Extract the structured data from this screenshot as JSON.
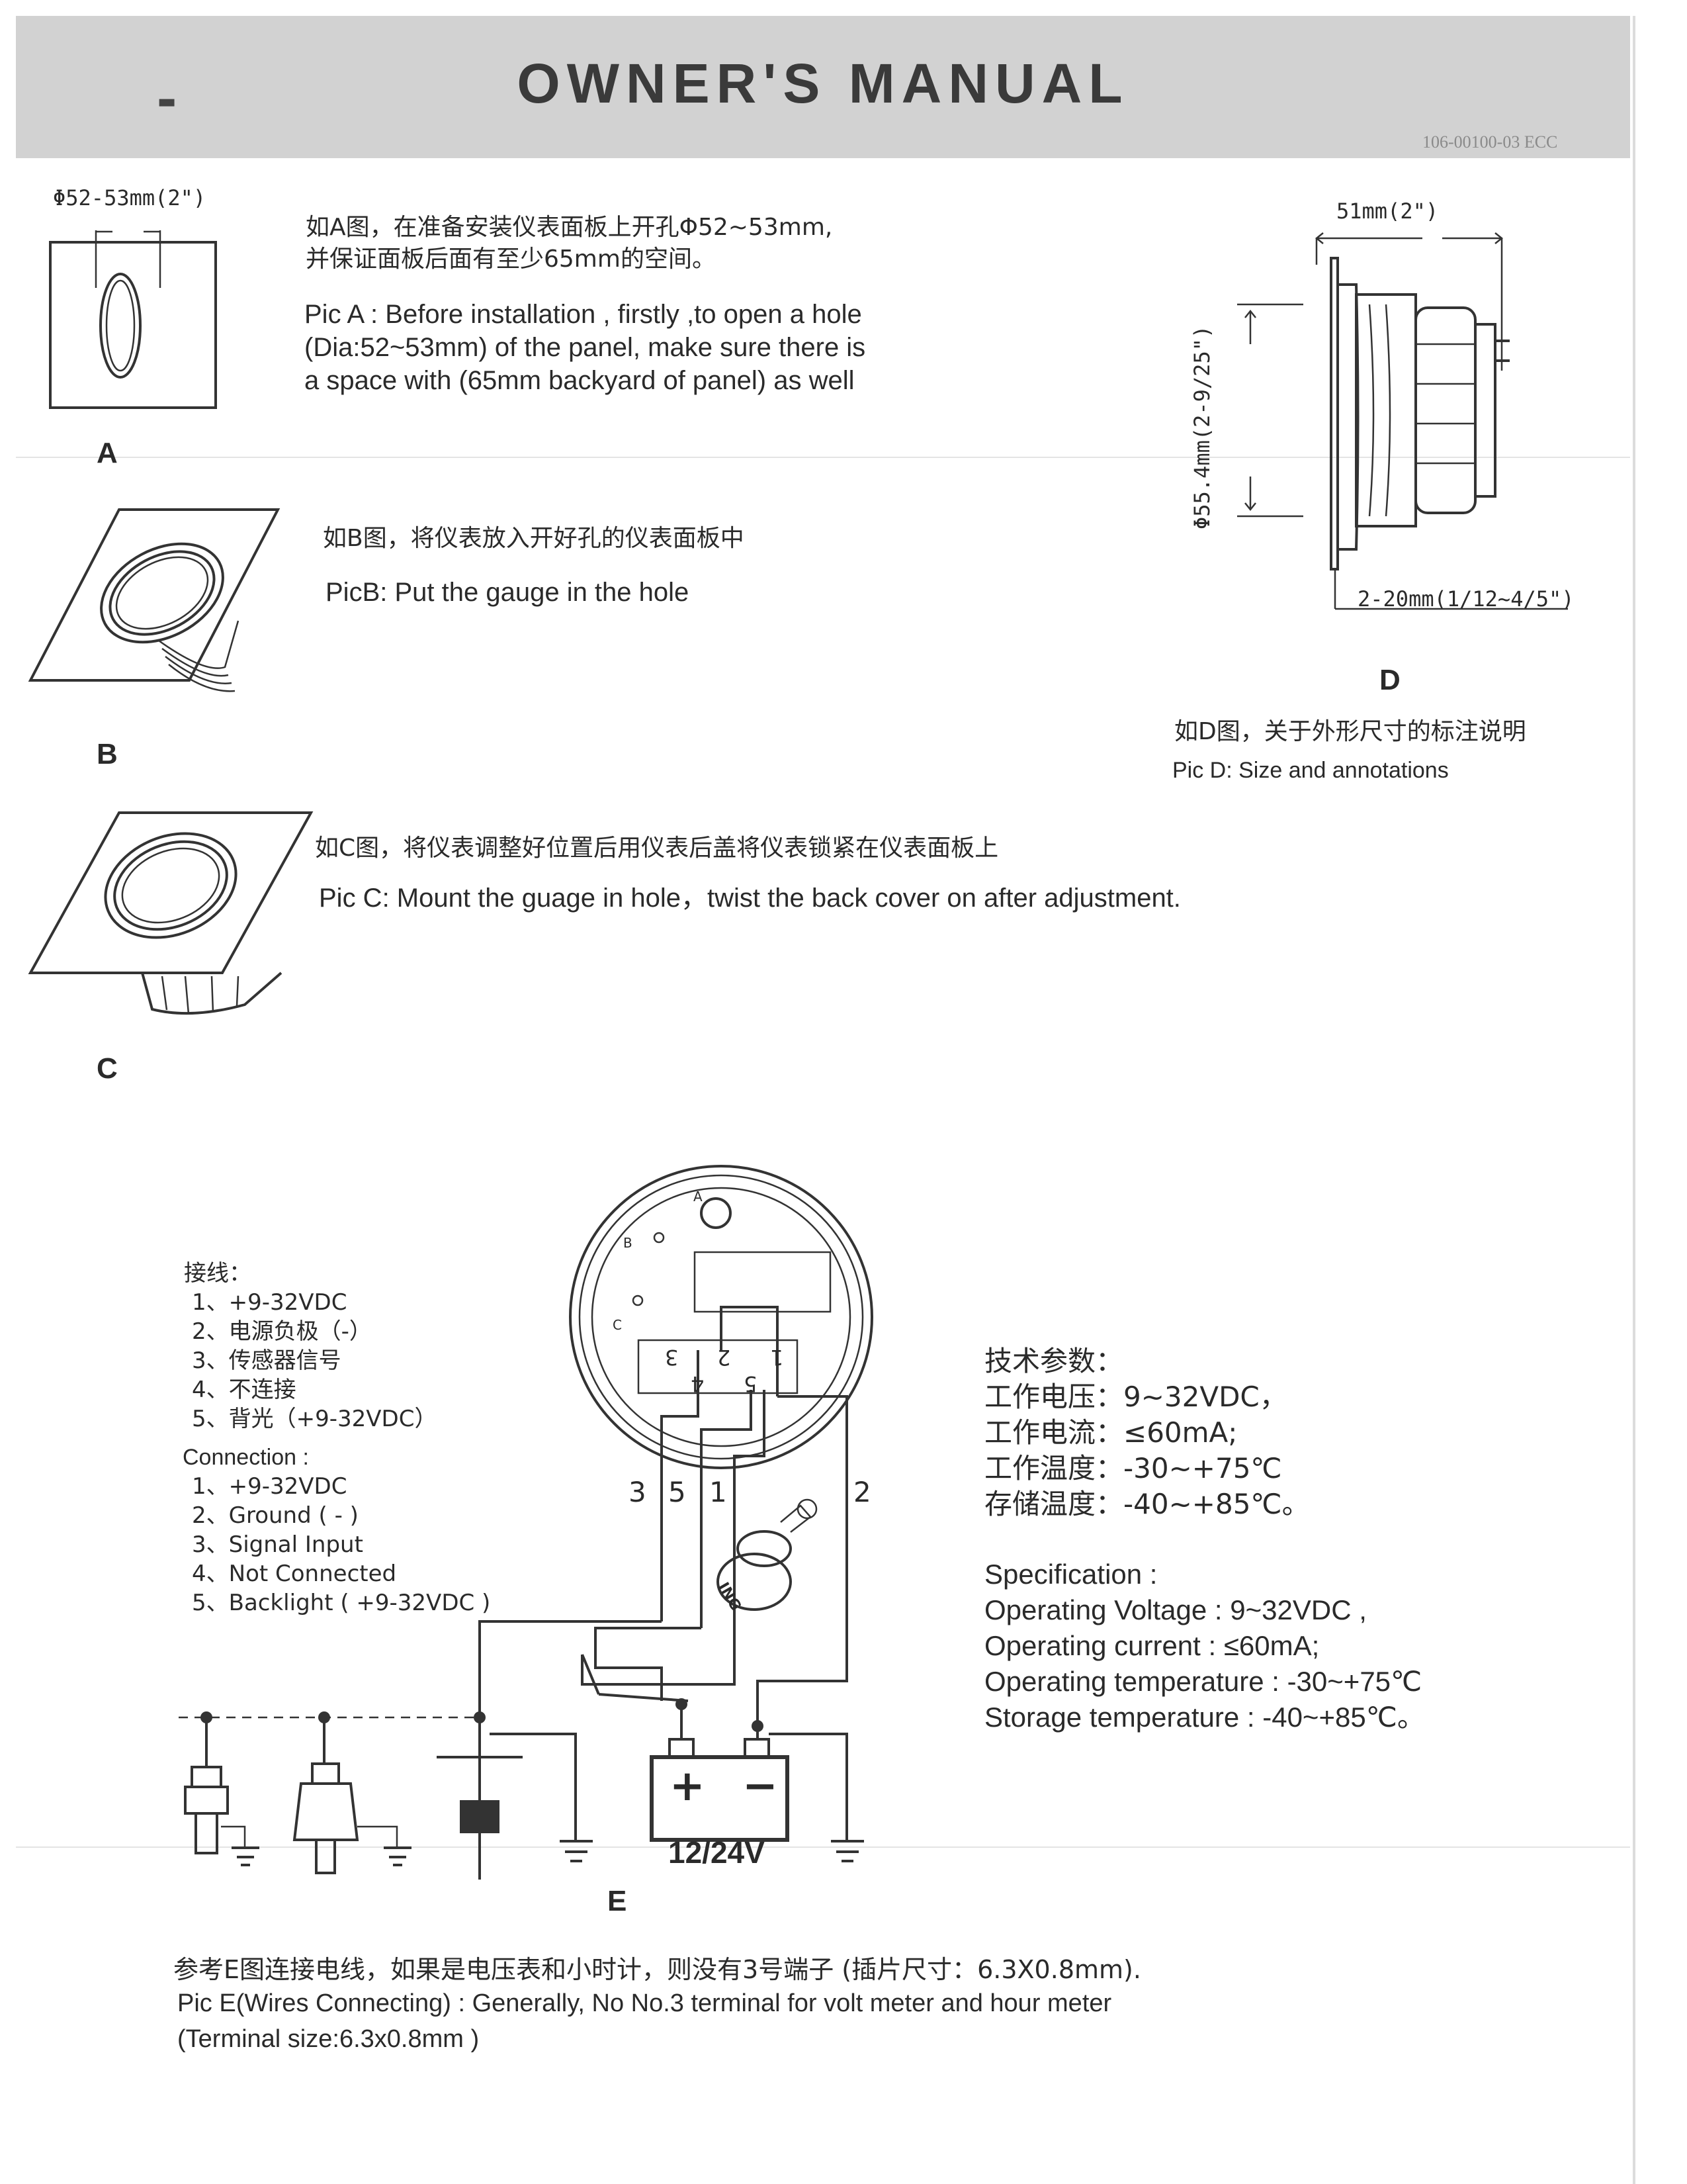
{
  "header": {
    "title": "OWNER'S  MANUAL",
    "code": "106-00100-03 ECC"
  },
  "picA": {
    "label": "A",
    "dimension": "Φ52-53mm(2\")",
    "zh": [
      "如A图，在准备安装仪表面板上开孔Φ52~53mm,",
      "并保证面板后面有至少65mm的空间。"
    ],
    "en": [
      "Pic A : Before installation , firstly ,to open a hole",
      "(Dia:52~53mm) of the panel, make sure there is",
      "a space with (65mm backyard of panel)  as well"
    ]
  },
  "picB": {
    "label": "B",
    "zh": "如B图，将仪表放入开好孔的仪表面板中",
    "en": "PicB: Put the gauge in the hole"
  },
  "picC": {
    "label": "C",
    "zh": "如C图，将仪表调整好位置后用仪表后盖将仪表锁紧在仪表面板上",
    "en": "Pic C: Mount the guage in hole，twist the back  cover on after adjustment."
  },
  "picD": {
    "label": "D",
    "width_dim": "51mm(2\")",
    "dia_dim": "Φ55.4mm(2-9/25\")",
    "panel_dim": "2-20mm(1/12~4/5\")",
    "zh": "如D图，关于外形尺寸的标注说明",
    "en": "Pic D: Size and annotations"
  },
  "wiring": {
    "zh_title": "接线：",
    "zh_items": [
      "1、+9-32VDC",
      "2、电源负极（-）",
      "3、传感器信号",
      "4、不连接",
      "5、背光（+9-32VDC）"
    ],
    "en_title": "Connection :",
    "en_items": [
      "1、+9-32VDC",
      "2、Ground ( - )",
      "3、Signal  Input",
      "4、Not Connected",
      "5、Backlight ( +9-32VDC )"
    ]
  },
  "diagramE": {
    "label": "E",
    "gauge_letters": [
      "A",
      "B",
      "C"
    ],
    "terminals": [
      "3",
      "2",
      "1",
      "4",
      "5"
    ],
    "wire_labels": [
      "3",
      "5",
      "1",
      "2"
    ],
    "switch_label": "ING",
    "battery_plus": "+",
    "battery_minus": "−",
    "battery_label": "12/24V"
  },
  "specs": {
    "zh_title": "技术参数：",
    "zh_items": [
      "工作电压：9~32VDC，",
      "工作电流：≤60mA;",
      "工作温度：-30~+75℃",
      "存储温度：-40~+85℃。"
    ],
    "en_title": "Specification :",
    "en_items": [
      "Operating Voltage : 9~32VDC ,",
      "Operating current :  ≤60mA;",
      "Operating temperature : -30~+75℃",
      "Storage temperature : -40~+85℃。"
    ]
  },
  "footer": {
    "zh": "参考E图连接电线，如果是电压表和小时计，则没有3号端子 (插片尺寸：6.3X0.8mm).",
    "en": [
      "Pic E(Wires Connecting) : Generally, No No.3 terminal for volt meter and hour meter",
      "(Terminal size:6.3x0.8mm )"
    ]
  }
}
